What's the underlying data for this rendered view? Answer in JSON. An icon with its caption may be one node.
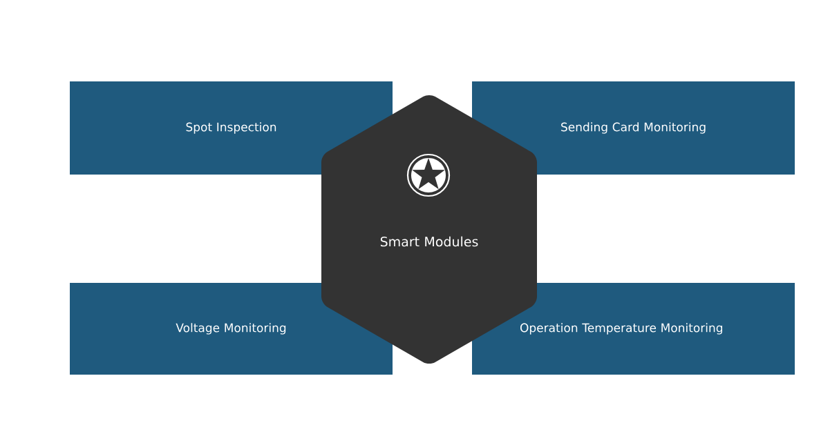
{
  "diagram": {
    "nodes": [
      {
        "text": [
          "Spot Inspection"
        ]
      },
      {
        "text": [
          "Sending Card Monitoring"
        ]
      },
      {
        "text": [
          "Smart Modules"
        ]
      },
      {
        "text": [
          "Voltage Monitoring"
        ]
      },
      {
        "text": [
          "Operation Temperature Monitoring"
        ]
      }
    ]
  }
}
